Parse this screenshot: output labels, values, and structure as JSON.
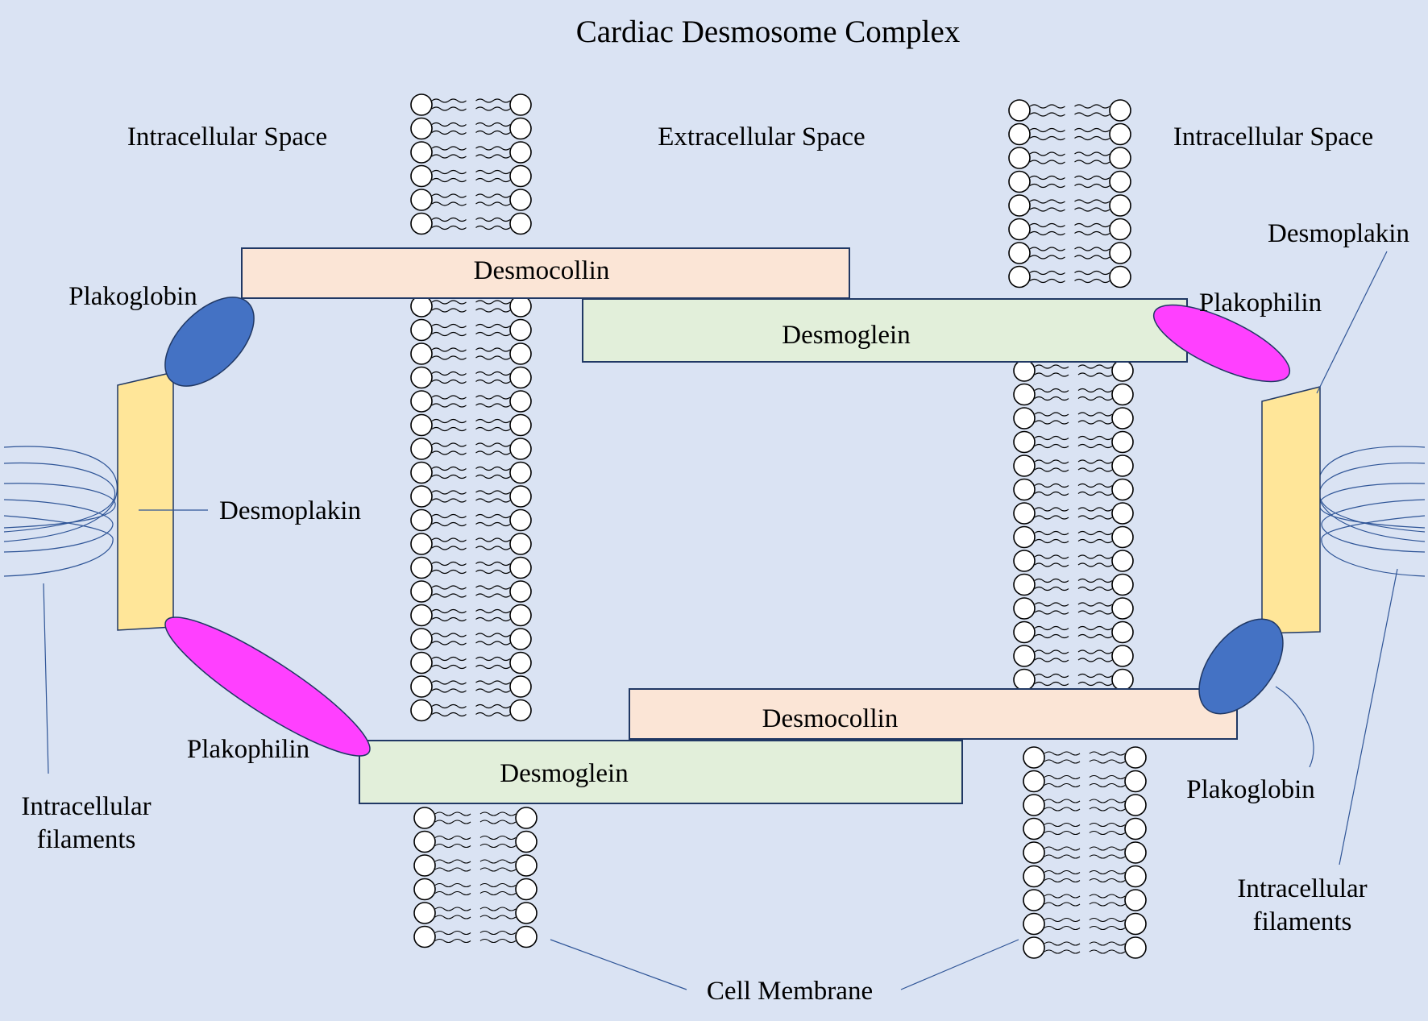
{
  "title": "Cardiac Desmosome Complex",
  "regions": {
    "left": "Intracellular Space",
    "middle": "Extracellular Space",
    "right": "Intracellular Space"
  },
  "proteins": {
    "desmocollin_top": "Desmocollin",
    "desmoglein_top": "Desmoglein",
    "desmocollin_bottom": "Desmocollin",
    "desmoglein_bottom": "Desmoglein"
  },
  "callouts": {
    "plakoglobin_left": "Plakoglobin",
    "desmoplakin_left": "Desmoplakin",
    "plakophilin_left": "Plakophilin",
    "filaments_left_line1": "Intracellular",
    "filaments_left_line2": "filaments",
    "desmoplakin_right": "Desmoplakin",
    "plakophilin_right": "Plakophilin",
    "plakoglobin_right": "Plakoglobin",
    "filaments_right_line1": "Intracellular",
    "filaments_right_line2": "filaments",
    "cell_membrane": "Cell Membrane"
  },
  "colors": {
    "background": "#dae3f3",
    "desmocollin": "#fbe5d6",
    "desmoglein": "#e2efda",
    "desmoplakin": "#ffe699",
    "plakoglobin": "#4472c4",
    "plakophilin": "#ff40ff",
    "outline": "#203864",
    "leader_line": "#2f5597"
  }
}
